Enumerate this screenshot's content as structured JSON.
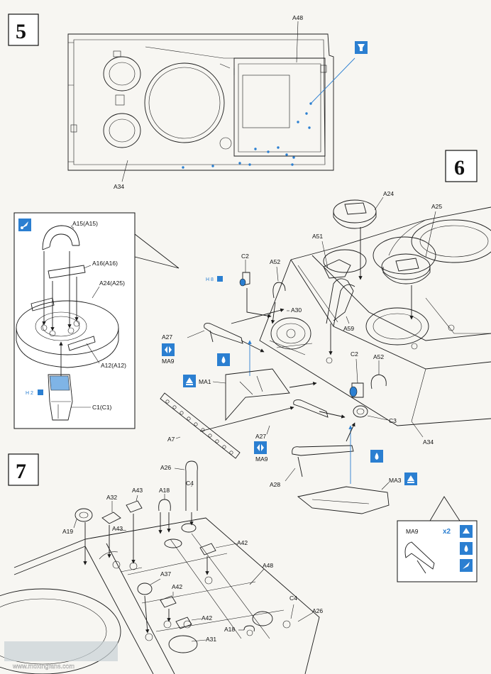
{
  "steps": {
    "five": "5",
    "six": "6",
    "seven": "7"
  },
  "labels": {
    "a48_top": "A48",
    "a34_top": "A34",
    "a24": "A24",
    "a25": "A25",
    "a51": "A51",
    "c2_a": "C2",
    "a52_a": "A52",
    "a30": "A30",
    "a27_a": "A27",
    "ma9_a": "MA9",
    "a59": "A59",
    "c2_b": "C2",
    "a52_b": "A52",
    "ma1": "MA1",
    "a7": "A7",
    "a27_b": "A27",
    "ma9_b": "MA9",
    "c3": "C3",
    "a34_mid": "A34",
    "a28": "A28",
    "ma3": "MA3",
    "ma9_c": "MA9",
    "x2": "x2",
    "hb8": "H 8",
    "hb2": "H 2",
    "inset_a15": "A15(A15)",
    "inset_a16": "A16(A16)",
    "inset_a24": "A24(A25)",
    "inset_a12": "A12(A12)",
    "inset_c1": "C1(C1)",
    "s7_a26_a": "A26",
    "s7_c4_a": "C4",
    "s7_a18_a": "A18",
    "s7_a43_a": "A43",
    "s7_a32": "A32",
    "s7_a19": "A19",
    "s7_a43_b": "A43",
    "s7_a42_a": "A42",
    "s7_a48": "A48",
    "s7_a37": "A37",
    "s7_a42_b": "A42",
    "s7_a42_c": "A42",
    "s7_c4_b": "C4",
    "s7_a26_b": "A26",
    "s7_a18_b": "A18",
    "s7_a31": "A31"
  },
  "watermark": {
    "site": "www.moxingfans.com"
  },
  "colors": {
    "accent": "#2b7fd1",
    "line": "#1a1a1a",
    "paper": "#f7f6f2"
  },
  "icons": [
    "paint-icon",
    "cement-icon",
    "decal-icon",
    "flip-icon",
    "drill-icon",
    "pin-icon"
  ]
}
